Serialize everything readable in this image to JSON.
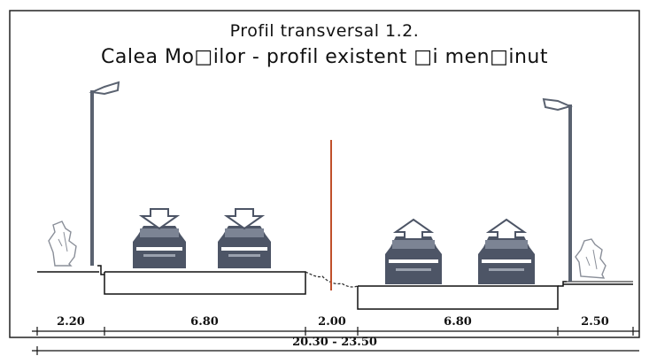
{
  "title_line1": "Profil transversal 1.2.",
  "title_line2": "Calea Mo□ilor - profil existent □i men□inut",
  "dimensions": {
    "sidewalk_left": "2.20",
    "roadway_left": "6.80",
    "median": "2.00",
    "roadway_right": "6.80",
    "sidewalk_right": "2.50",
    "total": "20.30 - 23.50"
  },
  "colors": {
    "frame": "#222222",
    "ground": "#111111",
    "car": "#4d5566",
    "pole": "#5a6270",
    "axis": "#c0502a",
    "tree": "#8a8f99"
  },
  "icons": {
    "direction_left": "arrow-down-icon",
    "direction_right": "arrow-up-icon",
    "car": "car-front-icon",
    "lamp": "street-lamp-icon",
    "tree": "shrub-icon"
  }
}
